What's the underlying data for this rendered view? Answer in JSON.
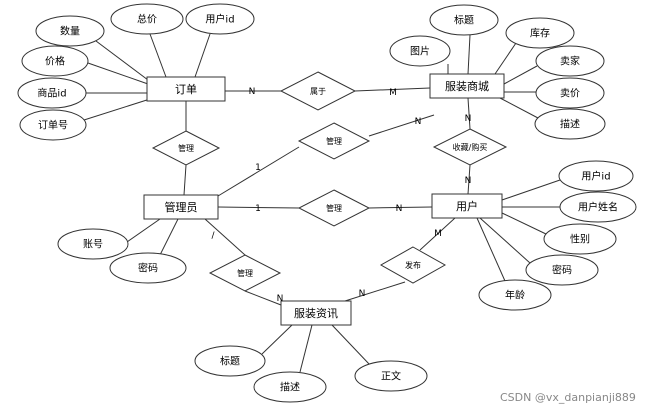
{
  "entities": {
    "order": "订单",
    "product": "服装商城",
    "admin": "管理员",
    "user": "用户",
    "news": "服装资讯"
  },
  "attributes": {
    "order_quantity": "数量",
    "order_total": "总价",
    "order_userid": "用户id",
    "order_price": "价格",
    "order_productid": "商品id",
    "order_no": "订单号",
    "product_image": "图片",
    "product_title": "标题",
    "product_stock": "库存",
    "product_seller": "卖家",
    "product_price": "卖价",
    "product_desc": "描述",
    "user_id": "用户id",
    "user_name": "用户姓名",
    "user_gender": "性别",
    "user_password": "密码",
    "user_age": "年龄",
    "admin_account": "账号",
    "admin_password": "密码",
    "news_title": "标题",
    "news_desc": "描述",
    "news_body": "正文"
  },
  "relationships": {
    "belongs": "属于",
    "admin_order": "管理",
    "admin_product": "管理",
    "admin_user": "管理",
    "admin_news": "管理",
    "collect": "收藏/购买",
    "publish": "发布"
  },
  "cardinalities": {
    "order_belongs": "N",
    "belongs_product": "M",
    "admin_prod_near_admin": "1",
    "admin_prod_near_product": "N",
    "collect_near_product": "N",
    "collect_near_user": "N",
    "admin_user_near_admin": "1",
    "admin_user_near_user": "N",
    "admin_news_near_admin": "/",
    "admin_news_near_news": "N",
    "publish_near_user": "M",
    "publish_near_news": "N"
  },
  "watermark": "CSDN @vx_danpianji889"
}
